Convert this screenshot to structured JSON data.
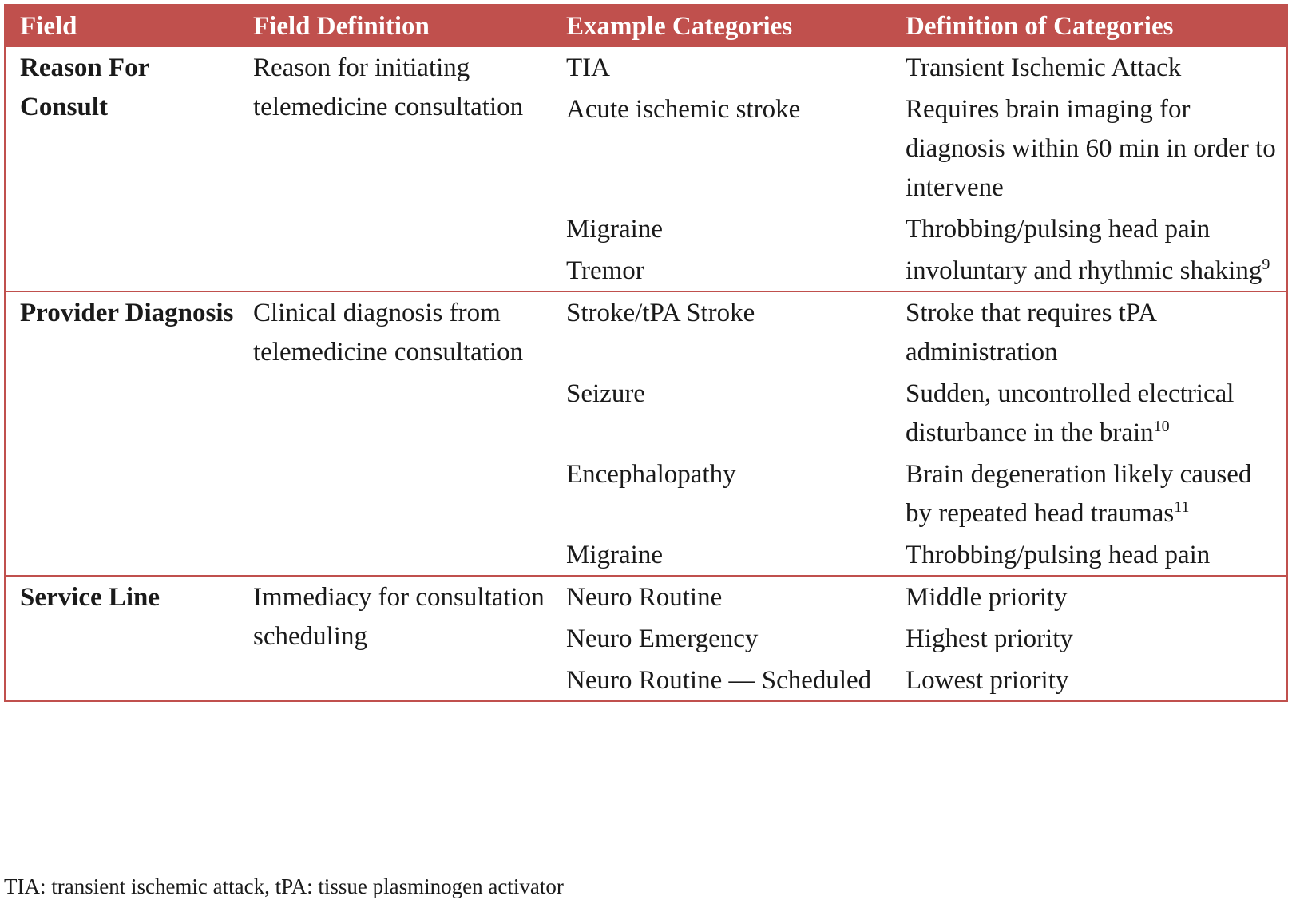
{
  "table": {
    "headers": [
      "Field",
      "Field Definition",
      "Example Categories",
      "Definition of Categories"
    ],
    "groups": [
      {
        "field": "Reason For Consult",
        "definition": "Reason for initiating telemedicine consultation",
        "rows": [
          {
            "category": "TIA",
            "definition": "Transient Ischemic Attack",
            "sup": ""
          },
          {
            "category": "Acute ischemic stroke",
            "definition": "Requires brain imaging for diagnosis within 60 min in order to intervene",
            "sup": ""
          },
          {
            "category": "Migraine",
            "definition": "Throbbing/pulsing head pain",
            "sup": ""
          },
          {
            "category": "Tremor",
            "definition": "involuntary and rhythmic shaking",
            "sup": "9"
          }
        ]
      },
      {
        "field": "Provider Diagnosis",
        "definition": "Clinical diagnosis from telemedicine consultation",
        "rows": [
          {
            "category": "Stroke/tPA Stroke",
            "definition": "Stroke that requires tPA administration",
            "sup": ""
          },
          {
            "category": "Seizure",
            "definition": "Sudden, uncontrolled electrical disturbance in the brain",
            "sup": "10"
          },
          {
            "category": "Encephalopathy",
            "definition": "Brain degeneration likely caused by repeated head traumas",
            "sup": "11"
          },
          {
            "category": "Migraine",
            "definition": "Throbbing/pulsing head pain",
            "sup": ""
          }
        ]
      },
      {
        "field": "Service Line",
        "definition": "Immediacy for consultation scheduling",
        "rows": [
          {
            "category": "Neuro Routine",
            "definition": "Middle priority",
            "sup": ""
          },
          {
            "category": "Neuro Emergency",
            "definition": "Highest priority",
            "sup": ""
          },
          {
            "category": "Neuro Routine — Scheduled",
            "definition": "Lowest priority",
            "sup": ""
          }
        ]
      }
    ]
  },
  "footnote": "TIA: transient ischemic attack, tPA: tissue plasminogen activator",
  "colors": {
    "header_bg": "#c0504d",
    "header_text": "#ffffff",
    "border": "#c0504d"
  }
}
